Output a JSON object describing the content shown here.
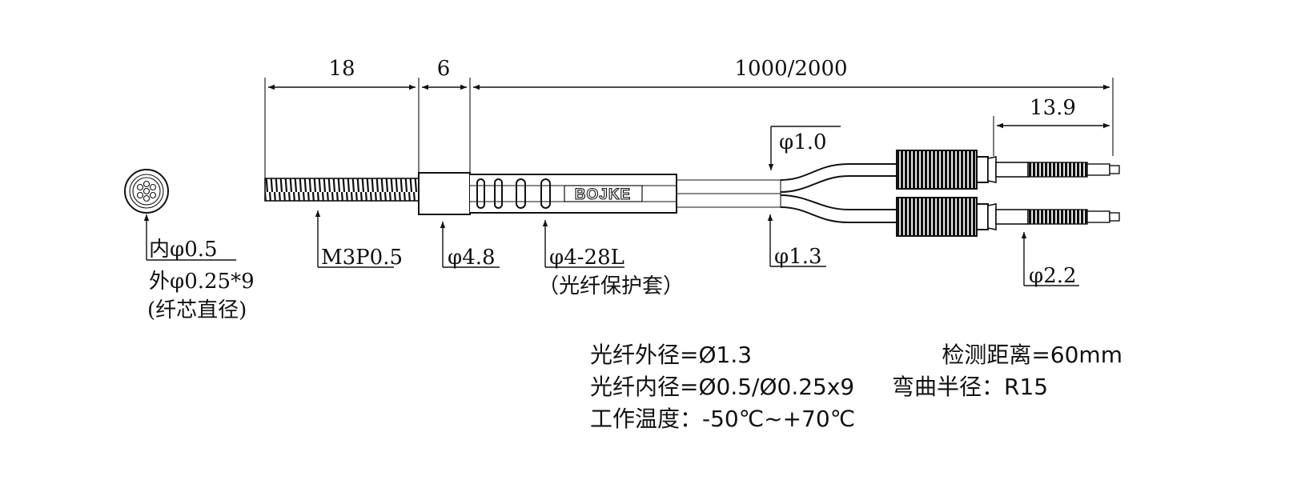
{
  "dimensions": {
    "thread_length": "18",
    "sleeve_length": "6",
    "cable_length": "1000/2000",
    "tip_length": "13.9",
    "cable_outer_dia": "φ1.0",
    "jacket_dia": "φ1.3",
    "thread_spec": "M3P0.5",
    "sleeve_dia": "φ4.8",
    "protector": "φ4-28L",
    "protector_note": "（光纤保护套）",
    "tip_dia": "φ2.2"
  },
  "cross_section": {
    "inner": "内φ0.5",
    "outer": "外φ0.25*9",
    "note": "(纤芯直径)"
  },
  "brand": "BOJKE",
  "specs": {
    "outer_diameter": "光纤外径=Ø1.3",
    "inner_diameter": "光纤内径=Ø0.5/Ø0.25x9",
    "temperature": "工作温度：-50℃~+70℃",
    "detect_distance": "检测距离=60mm",
    "bend_radius": "弯曲半径：R15"
  }
}
